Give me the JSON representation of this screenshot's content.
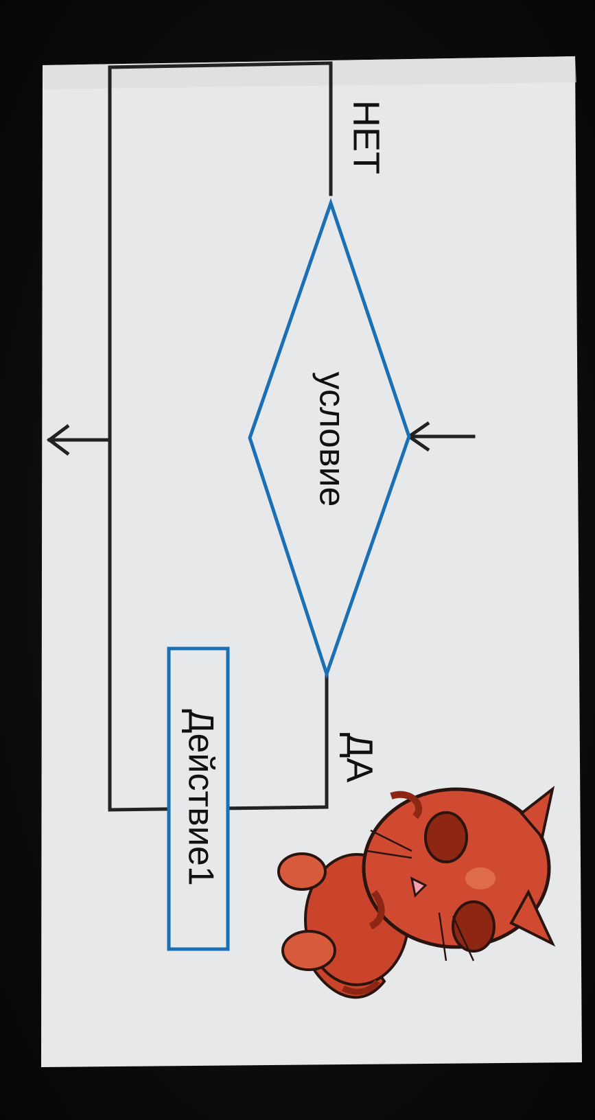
{
  "diagram": {
    "type": "flowchart-branch",
    "nodes": {
      "condition": {
        "label": "условие",
        "shape": "diamond",
        "color": "#1a6fb5"
      },
      "action": {
        "label": "Действие1",
        "shape": "rectangle",
        "color": "#1a6fb5"
      }
    },
    "branches": {
      "no_label": "НЕТ",
      "yes_label": "ДА"
    },
    "colors": {
      "slide_background": "#e6e8ea",
      "connector": "#222222",
      "shape_stroke": "#1a6fb5",
      "text": "#111111",
      "cat": "#c9442b"
    },
    "illustration": "cartoon-cat"
  }
}
